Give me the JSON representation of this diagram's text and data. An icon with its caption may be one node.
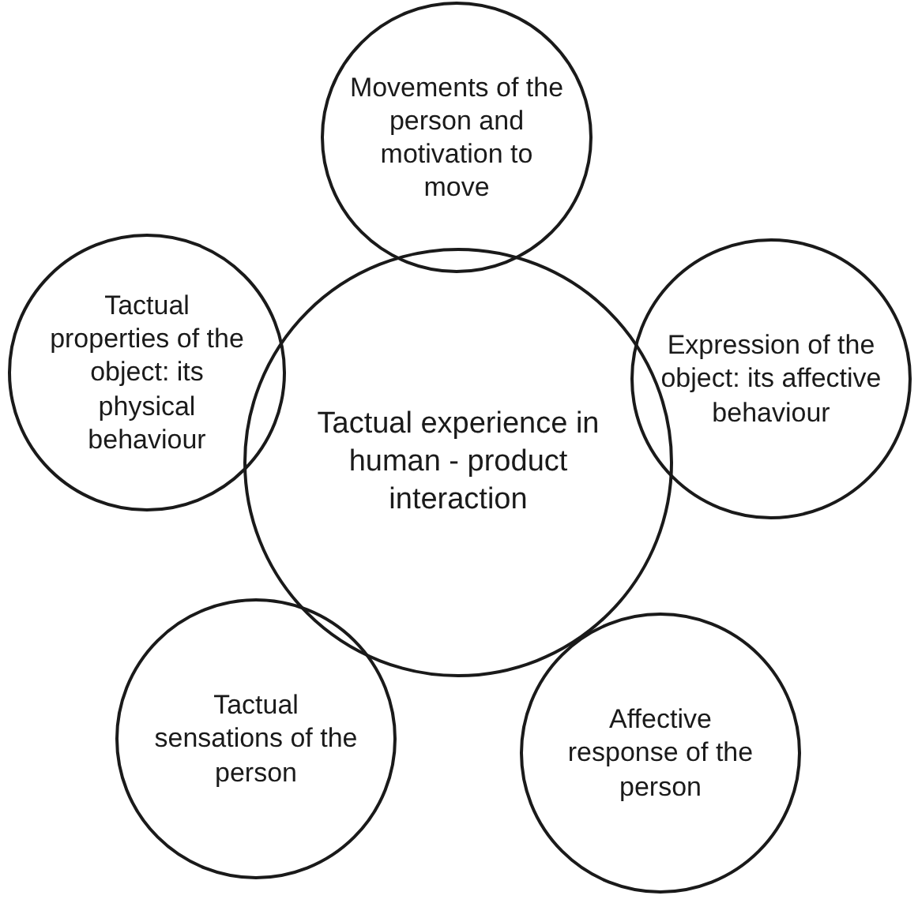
{
  "diagram": {
    "nodes": [
      {
        "text": [
          "Movements of the person and motivation to move"
        ]
      },
      {
        "text": [
          "Tactual properties of the object: its physical behaviour"
        ]
      },
      {
        "text": [
          "Expression of the object: its affective behaviour"
        ]
      },
      {
        "text": [
          "Tactual experience in human - product interaction"
        ]
      },
      {
        "text": [
          "Tactual sensations of the person"
        ]
      },
      {
        "text": [
          "Affective response of the person"
        ]
      }
    ]
  }
}
